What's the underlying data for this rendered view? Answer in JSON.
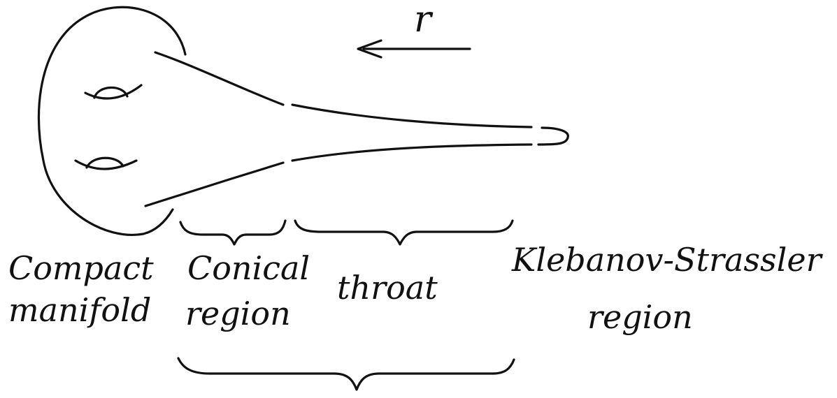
{
  "diagram": {
    "arrow_label": "r",
    "labels": {
      "compact_line1": "Compact",
      "compact_line2": "manifold",
      "conical_line1": "Conical",
      "conical_line2": "region",
      "throat": "throat",
      "ks_line1": "Klebanov-Strassler",
      "ks_line2": "region"
    }
  }
}
